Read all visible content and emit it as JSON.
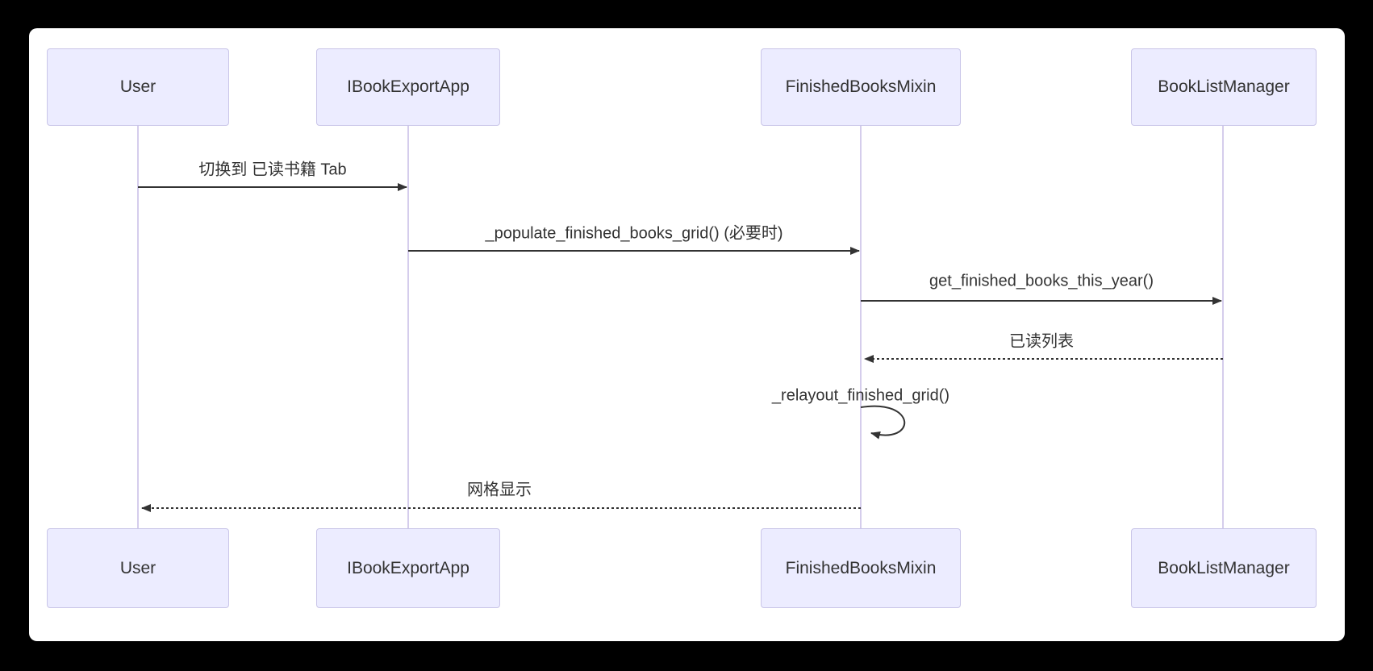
{
  "diagram": {
    "type": "sequence-diagram",
    "colors": {
      "page_background": "#000000",
      "canvas_background": "#ffffff",
      "actor_fill": "#ececff",
      "actor_border": "#c9c5e8",
      "lifeline": "#d5cdec",
      "arrow": "#333333",
      "text": "#333333"
    },
    "actors": [
      {
        "label": "User"
      },
      {
        "label": "IBookExportApp"
      },
      {
        "label": "FinishedBooksMixin"
      },
      {
        "label": "BookListManager"
      }
    ],
    "messages": [
      {
        "from": "User",
        "to": "IBookExportApp",
        "label": "切换到 已读书籍 Tab",
        "style": "solid"
      },
      {
        "from": "IBookExportApp",
        "to": "FinishedBooksMixin",
        "label": "_populate_finished_books_grid() (必要时)",
        "style": "solid"
      },
      {
        "from": "FinishedBooksMixin",
        "to": "BookListManager",
        "label": "get_finished_books_this_year()",
        "style": "solid"
      },
      {
        "from": "BookListManager",
        "to": "FinishedBooksMixin",
        "label": "已读列表",
        "style": "dashed"
      },
      {
        "from": "FinishedBooksMixin",
        "to": "FinishedBooksMixin",
        "label": "_relayout_finished_grid()",
        "style": "self"
      },
      {
        "from": "FinishedBooksMixin",
        "to": "User",
        "label": "网格显示",
        "style": "dashed"
      }
    ]
  }
}
